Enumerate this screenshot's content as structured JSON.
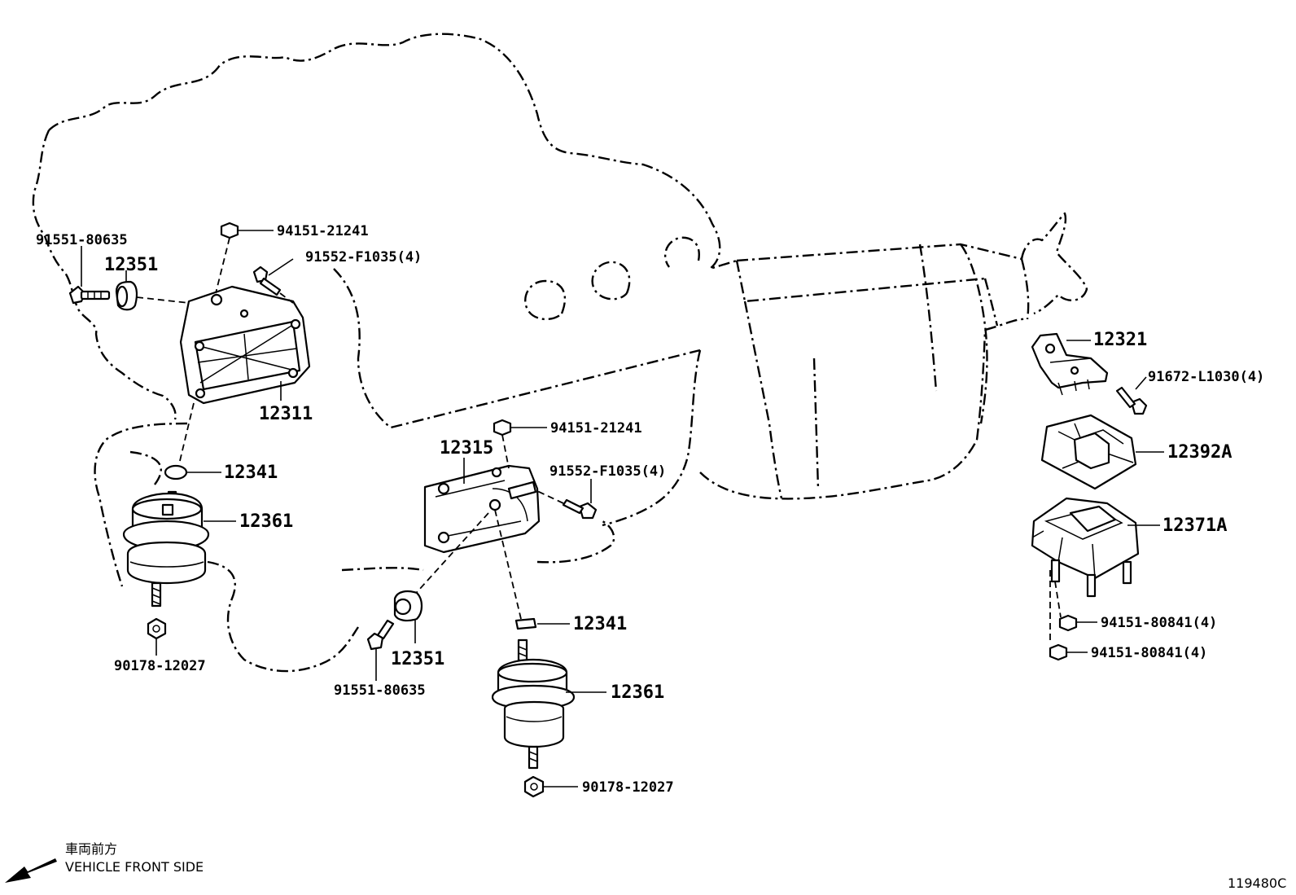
{
  "diagram_code": "119480C",
  "orientation": {
    "label_jp": "車両前方",
    "label_en": "VEHICLE FRONT SIDE",
    "arrow_icon": "arrow-down-left-icon"
  },
  "labels": {
    "p_91551_left": "91551-80635",
    "p_12351_left": "12351",
    "p_94151_21241_left": "94151-21241",
    "p_91552_left": "91552-F1035(4)",
    "p_12311": "12311",
    "p_12341_left": "12341",
    "p_12361_left": "12361",
    "p_90178_left": "90178-12027",
    "p_12315": "12315",
    "p_94151_21241_center": "94151-21241",
    "p_91552_center": "91552-F1035(4)",
    "p_12351_center": "12351",
    "p_91551_center": "91551-80635",
    "p_12341_center": "12341",
    "p_12361_center": "12361",
    "p_90178_center": "90178-12027",
    "p_12321": "12321",
    "p_91672": "91672-L1030(4)",
    "p_12392A": "12392A",
    "p_12371A": "12371A",
    "p_94151_80841_a": "94151-80841(4)",
    "p_94151_80841_b": "94151-80841(4)"
  }
}
